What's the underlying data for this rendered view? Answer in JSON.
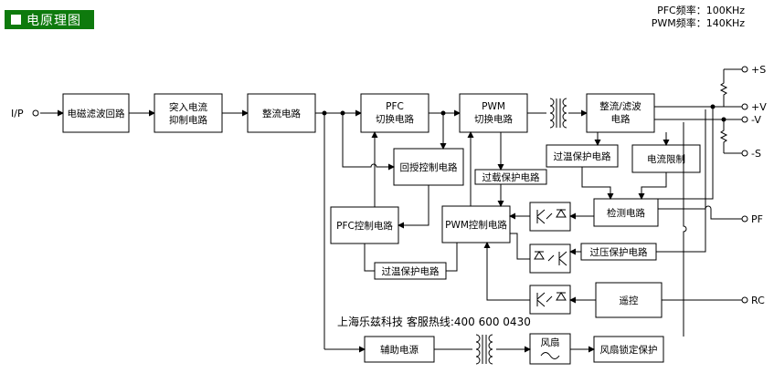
{
  "header": {
    "title": "电原理图"
  },
  "freq": {
    "pfc": "PFC频率：100KHz",
    "pwm": "PWM频率：140KHz"
  },
  "ports": {
    "input": "I/P",
    "plus_s": "+S",
    "plus_v": "+V",
    "minus_v": "-V",
    "minus_s": "-S",
    "pf": "PF",
    "rc": "RC"
  },
  "blocks": {
    "emi": "电磁滤波回路",
    "inrush_1": "突入电流",
    "inrush_2": "抑制电路",
    "rect": "整流电路",
    "pfc_1": "PFC",
    "pfc_2": "切换电路",
    "pwm_1": "PWM",
    "pwm_2": "切换电路",
    "outfilter_1": "整流/滤波",
    "outfilter_2": "电路",
    "feedback": "回授控制电路",
    "overtemp_out": "过温保护电路",
    "current_limit": "电流限制",
    "overload": "过载保护电路",
    "pfc_ctrl": "PFC控制电路",
    "pwm_ctrl": "PWM控制电路",
    "detect": "检测电路",
    "overvolt": "过压保护电路",
    "overtemp_ctrl": "过温保护电路",
    "remote": "遥控",
    "aux": "辅助电源",
    "fan": "风扇",
    "fan_lock": "风扇锁定保护"
  },
  "contact": "上海乐兹科技 客服热线:400 600 0430"
}
